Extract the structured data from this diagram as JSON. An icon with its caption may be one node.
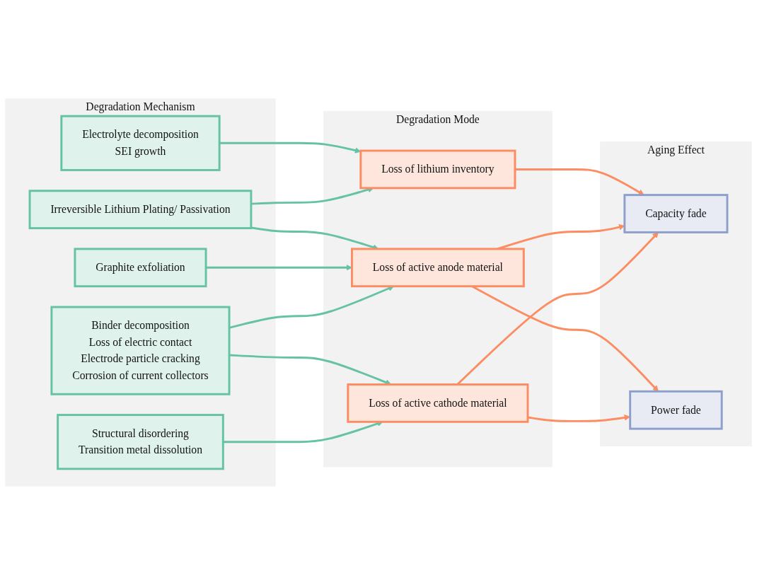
{
  "diagram": {
    "nodes": [
      {
        "text": [
          "Degradation Mechanism"
        ]
      },
      {
        "text": [
          "Degradation Mode"
        ]
      },
      {
        "text": [
          "Aging Effect"
        ]
      },
      {
        "text": [
          "Electrolyte decomposition",
          "SEI growth"
        ],
        "in": 0
      },
      {
        "text": [
          "Irreversible Lithium Plating/ Passivation"
        ],
        "in": 0
      },
      {
        "text": [
          "Graphite exfoliation"
        ],
        "in": 0
      },
      {
        "text": [
          "Binder decomposition",
          "Loss of electric contact",
          "Electrode particle cracking",
          "Corrosion of current collectors"
        ],
        "in": 0
      },
      {
        "text": [
          "Structural disordering",
          "Transition metal dissolution"
        ],
        "in": 0
      },
      {
        "text": [
          "Loss of lithium inventory"
        ],
        "in": 1
      },
      {
        "text": [
          "Loss of active anode material"
        ],
        "in": 1
      },
      {
        "text": [
          "Loss of active cathode material"
        ],
        "in": 1
      },
      {
        "text": [
          "Capacity fade"
        ],
        "in": 2
      },
      {
        "text": [
          "Power fade"
        ],
        "in": 2
      }
    ],
    "edges": [
      {
        "from": 3,
        "to": 8,
        "arrow": "to"
      },
      {
        "from": 4,
        "to": 8,
        "arrow": "to"
      },
      {
        "from": 4,
        "to": 9,
        "arrow": "to"
      },
      {
        "from": 5,
        "to": 9,
        "arrow": "to"
      },
      {
        "from": 6,
        "to": 9,
        "arrow": "to"
      },
      {
        "from": 6,
        "to": 10,
        "arrow": "to"
      },
      {
        "from": 7,
        "to": 10,
        "arrow": "to"
      },
      {
        "from": 8,
        "to": 11,
        "arrow": "to",
        "color": "#fc8d62"
      },
      {
        "from": 9,
        "to": 11,
        "arrow": "to",
        "color": "#fc8d62"
      },
      {
        "from": 9,
        "to": 12,
        "arrow": "to",
        "color": "#fc8d62"
      },
      {
        "from": 10,
        "to": 11,
        "arrow": "to",
        "color": "#fc8d62"
      },
      {
        "from": 10,
        "to": 12,
        "arrow": "to",
        "color": "#fc8d62"
      }
    ]
  }
}
